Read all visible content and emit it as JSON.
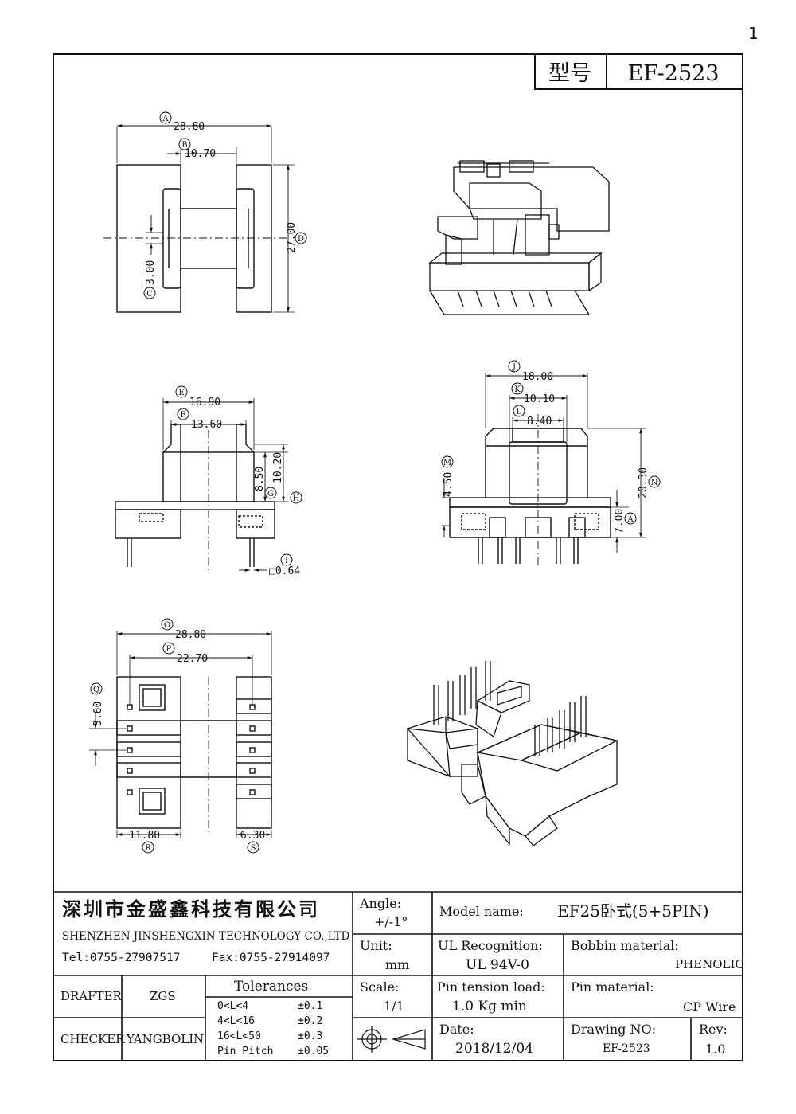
{
  "page_number": "1",
  "header": {
    "model_label": "型号",
    "model_value": "EF-2523"
  },
  "dims": {
    "A": "28.80",
    "B": "10.70",
    "C": "3.00",
    "D": "27.00",
    "E": "16.90",
    "F": "13.60",
    "G": "8.50",
    "H": "10.20",
    "I": "□0.64",
    "J": "18.00",
    "K": "10.10",
    "L": "8.40",
    "M": "4.50",
    "N": "20.30",
    "A2": "7.00",
    "O": "28.80",
    "P": "22.70",
    "Q": "3.60",
    "R": "11.80",
    "S": "6.30"
  },
  "balloons": {
    "A": "A",
    "B": "B",
    "C": "C",
    "D": "D",
    "E": "E",
    "F": "F",
    "G": "G",
    "H": "H",
    "I": "I",
    "J": "J",
    "K": "K",
    "L": "L",
    "M": "M",
    "N": "N",
    "A2": "A",
    "O": "O",
    "P": "P",
    "Q": "Q",
    "R": "R",
    "S": "S"
  },
  "title_block": {
    "company_cn": "深圳市金盛鑫科技有限公司",
    "company_en": "SHENZHEN JINSHENGXIN TECHNOLOGY CO.,LTD",
    "tel": "Tel:0755-27907517",
    "fax": "Fax:0755-27914097",
    "drafter_label": "DRAFTER",
    "drafter": "ZGS",
    "checker_label": "CHECKER",
    "checker": "YANGBOLIN",
    "tolerances_title": "Tolerances",
    "tolerances": [
      {
        "range": "0<L<4",
        "value": "±0.1"
      },
      {
        "range": "4<L<16",
        "value": "±0.2"
      },
      {
        "range": "16<L<50",
        "value": "±0.3"
      },
      {
        "range": "Pin Pitch",
        "value": "±0.05"
      }
    ],
    "angle_label": "Angle:",
    "angle": "+/-1°",
    "unit_label": "Unit:",
    "unit": "mm",
    "scale_label": "Scale:",
    "scale": "1/1",
    "model_name_label": "Model name:",
    "model_name": "EF25卧式(5+5PIN)",
    "ul_label": "UL Recognition:",
    "ul": "UL 94V-0",
    "bobbin_label": "Bobbin material:",
    "bobbin": "PHENOLIC",
    "pin_tension_label": "Pin tension load:",
    "pin_tension": "1.0 Kg min",
    "pin_material_label": "Pin material:",
    "pin_material": "CP Wire",
    "date_label": "Date:",
    "date": "2018/12/04",
    "drawing_no_label": "Drawing NO:",
    "drawing_no": "EF-2523",
    "rev_label": "Rev:",
    "rev": "1.0"
  }
}
